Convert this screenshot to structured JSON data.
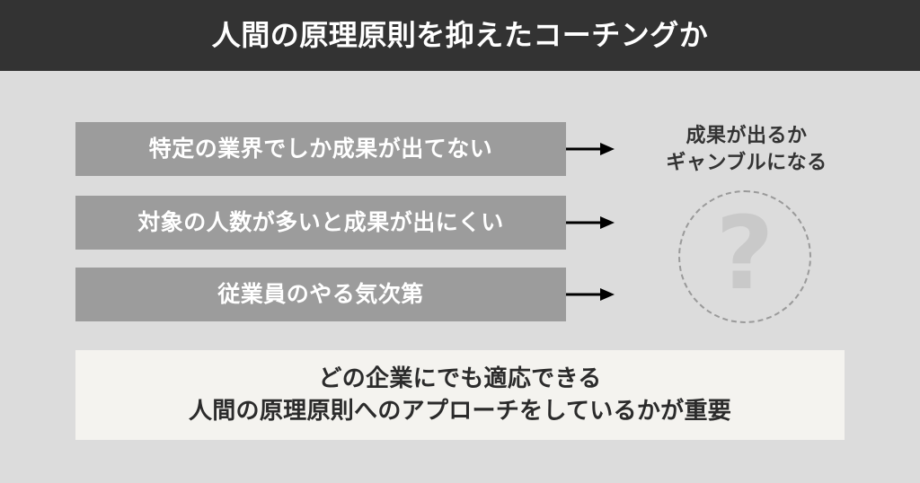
{
  "header": {
    "title": "人間の原理原則を抑えたコーチングか",
    "background_color": "#333333",
    "text_color": "#ffffff"
  },
  "canvas": {
    "background_color": "#dcdcdc"
  },
  "problems": {
    "box_color": "#9c9c9c",
    "text_color": "#ffffff",
    "items": [
      {
        "label": "特定の業界でしか成果が出てない"
      },
      {
        "label": "対象の人数が多いと成果が出にくい"
      },
      {
        "label": "従業員のやる気次第"
      }
    ]
  },
  "arrows": {
    "color": "#000000",
    "icon": "arrow-right-icon",
    "count": 3
  },
  "outcome": {
    "lines": [
      "成果が出るか",
      "ギャンブルになる"
    ],
    "text_color": "#333333",
    "question_mark": "?",
    "question_mark_color": "#c9c9c9",
    "circle_border_color": "#9a9a9a",
    "circle_border_style": "dashed"
  },
  "conclusion": {
    "background_color": "#f4f3ef",
    "text_color": "#2b2b2b",
    "lines": [
      "どの企業にでも適応できる",
      "人間の原理原則へのアプローチをしているかが重要"
    ]
  }
}
